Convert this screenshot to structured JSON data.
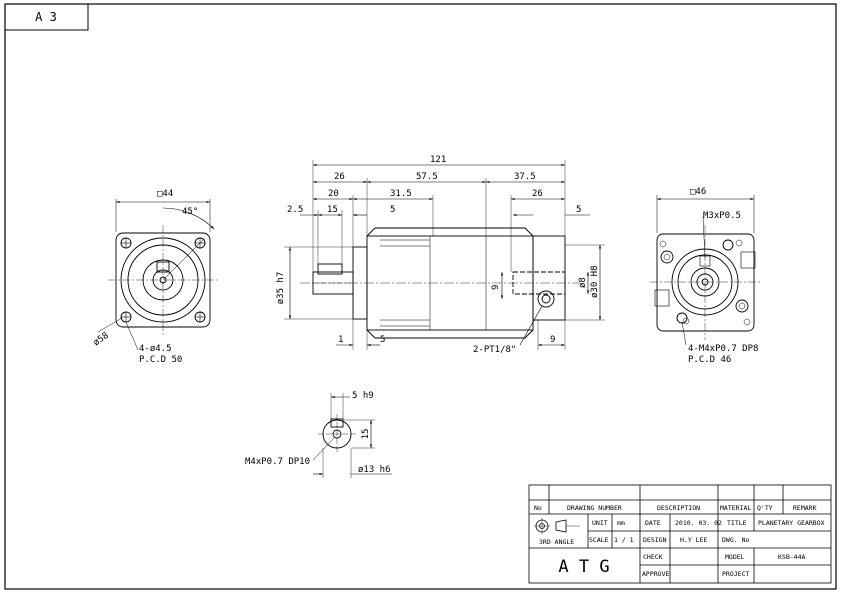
{
  "sheet": {
    "size_label": "A 3"
  },
  "front_view": {
    "square": "□44",
    "angle": "45°",
    "diameter": "ø58",
    "holes": "4-ø4.5",
    "pcd": "P.C.D 50"
  },
  "side_view": {
    "overall": "121",
    "d26a": "26",
    "d57_5": "57.5",
    "d37_5": "37.5",
    "d20": "20",
    "d31_5": "31.5",
    "d26b": "26",
    "d2_5": "2.5",
    "d15": "15",
    "d5a": "5",
    "d5b": "5",
    "d35h7": "ø35 h7",
    "d9v": "9",
    "d8": "ø8",
    "d30h8": "ø30 H8",
    "d1": "1",
    "d5c": "5",
    "port": "2-PT1/8\"",
    "d9h": "9"
  },
  "rear_view": {
    "square": "□46",
    "tap": "M3xP0.5",
    "holes": "4-M4xP0.7 DP8",
    "pcd": "P.C.D 46"
  },
  "shaft_detail": {
    "key": "5 h9",
    "height": "15",
    "tap": "M4xP0.7 DP10",
    "diameter": "ø13 h6"
  },
  "title_block": {
    "headers": {
      "no": "No",
      "drawing_number": "DRAWING NUMBER",
      "description": "DESCRIPTION",
      "material": "MATERIAL",
      "qty": "Q'TY",
      "remark": "REMARK"
    },
    "projection": "3RD ANGLE",
    "unit_label": "UNIT",
    "unit_value": "mm",
    "scale_label": "SCALE",
    "scale_value": "1 / 1",
    "date_label": "DATE",
    "date_value": "2010. 03. 02",
    "design_label": "DESIGN",
    "design_value": "H.Y LEE",
    "check_label": "CHECK",
    "approve_label": "APPROVE",
    "title_label": "TITLE",
    "title_value": "PLANETARY GEARBOX",
    "dwg_label": "DWG. No",
    "model_label": "MODEL",
    "model_value": "KSB-44A",
    "project_label": "PROJECT",
    "company": "A T G"
  }
}
